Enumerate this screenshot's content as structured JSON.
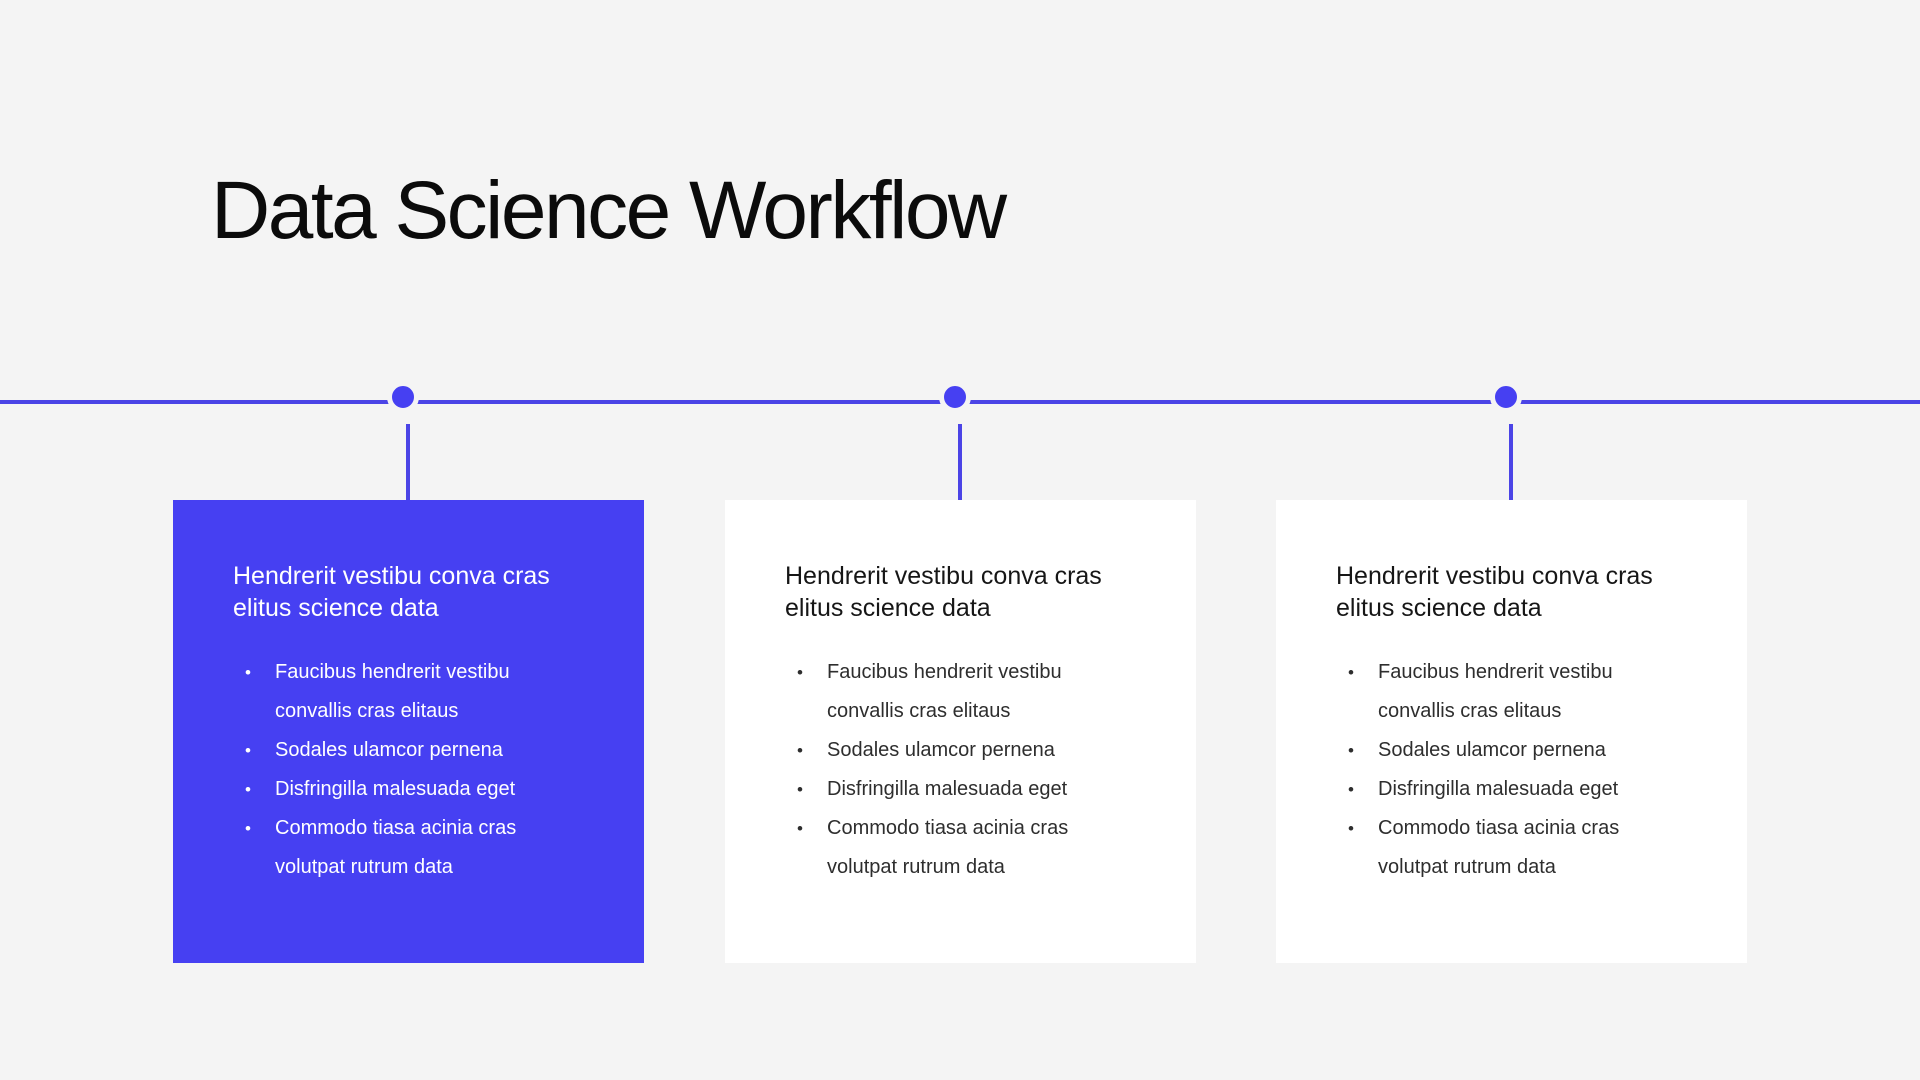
{
  "slide": {
    "title": "Data Science Workflow"
  },
  "glyphs": {
    "bullet": "•"
  },
  "theme": {
    "background": "#F4F4F4",
    "accent": "#4640F2",
    "line": "#4B44E6",
    "card_bg": "#FFFFFF",
    "title_color": "#0B0B0B",
    "text_dark": "#2E2E2E",
    "text_light": "#FFFFFF"
  },
  "timeline": {
    "cards": [
      {
        "variant": "accent",
        "heading": "Hendrerit vestibu conva cras elitus science data",
        "bullets": [
          "Faucibus hendrerit vestibu convallis cras elitaus",
          "Sodales ulamcor pernena",
          "Disfringilla malesuada eget",
          "Commodo tiasa acinia cras volutpat rutrum data"
        ]
      },
      {
        "variant": "white",
        "heading": "Hendrerit vestibu conva cras elitus science data",
        "bullets": [
          "Faucibus hendrerit vestibu convallis cras elitaus",
          "Sodales ulamcor pernena",
          "Disfringilla malesuada eget",
          "Commodo tiasa acinia cras volutpat rutrum data"
        ]
      },
      {
        "variant": "white",
        "heading": "Hendrerit vestibu conva cras elitus science data",
        "bullets": [
          "Faucibus hendrerit vestibu convallis cras elitaus",
          "Sodales ulamcor pernena",
          "Disfringilla malesuada eget",
          "Commodo tiasa acinia cras volutpat rutrum data"
        ]
      }
    ]
  }
}
